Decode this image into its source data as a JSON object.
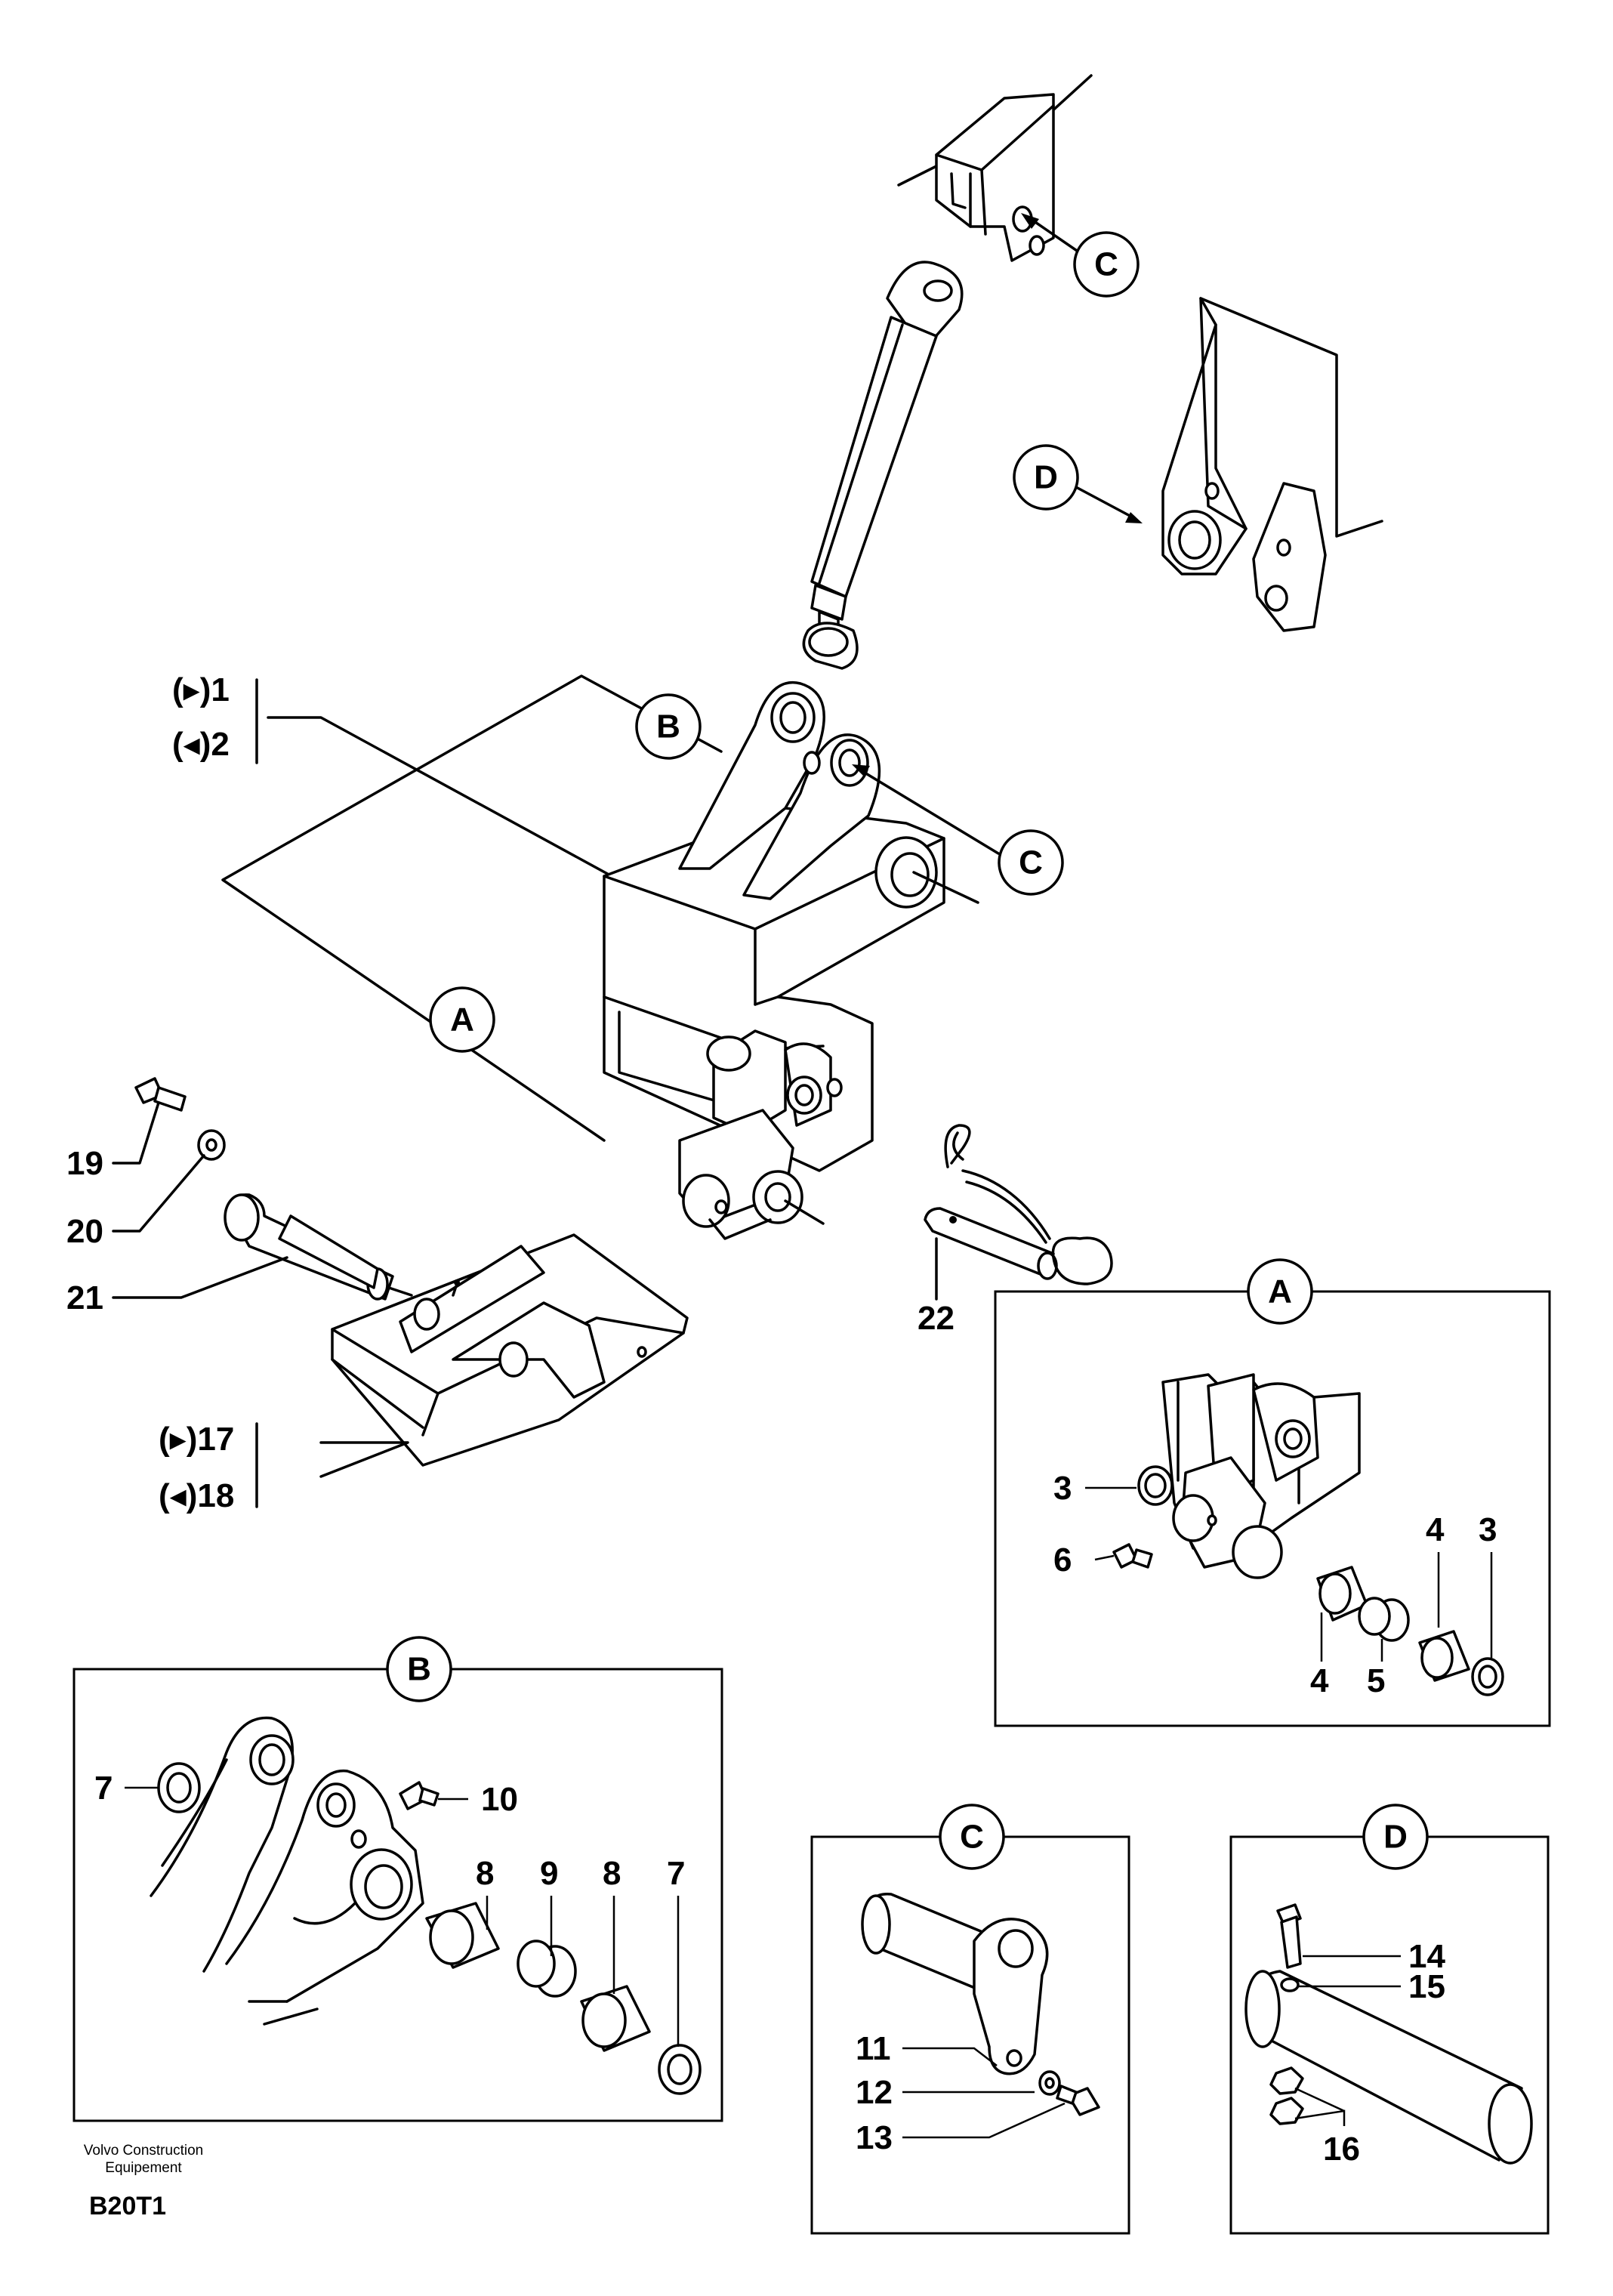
{
  "callouts": {
    "A": "A",
    "B": "B",
    "C": "C",
    "D": "D"
  },
  "main_labels": {
    "part_1": "(▸)1",
    "part_2": "(◂)2",
    "part_17": "(▸)17",
    "part_18": "(◂)18",
    "part_19": "19",
    "part_20": "20",
    "part_21": "21",
    "part_22": "22"
  },
  "detail_a": {
    "title": "A",
    "labels": {
      "part_3_left": "3",
      "part_6": "6",
      "part_4_top": "4",
      "part_3_right": "3",
      "part_4_bottom": "4",
      "part_5": "5"
    }
  },
  "detail_b": {
    "title": "B",
    "labels": {
      "part_7_left": "7",
      "part_10": "10",
      "part_8_left": "8",
      "part_9": "9",
      "part_8_right": "8",
      "part_7_right": "7"
    }
  },
  "detail_c": {
    "title": "C",
    "labels": {
      "part_11": "11",
      "part_12": "12",
      "part_13": "13"
    }
  },
  "detail_d": {
    "title": "D",
    "labels": {
      "part_14": "14",
      "part_15": "15",
      "part_16": "16"
    }
  },
  "footer": {
    "publisher_line1": "Volvo Construction",
    "publisher_line2": "Equipement",
    "drawing_code": "B20T1"
  }
}
